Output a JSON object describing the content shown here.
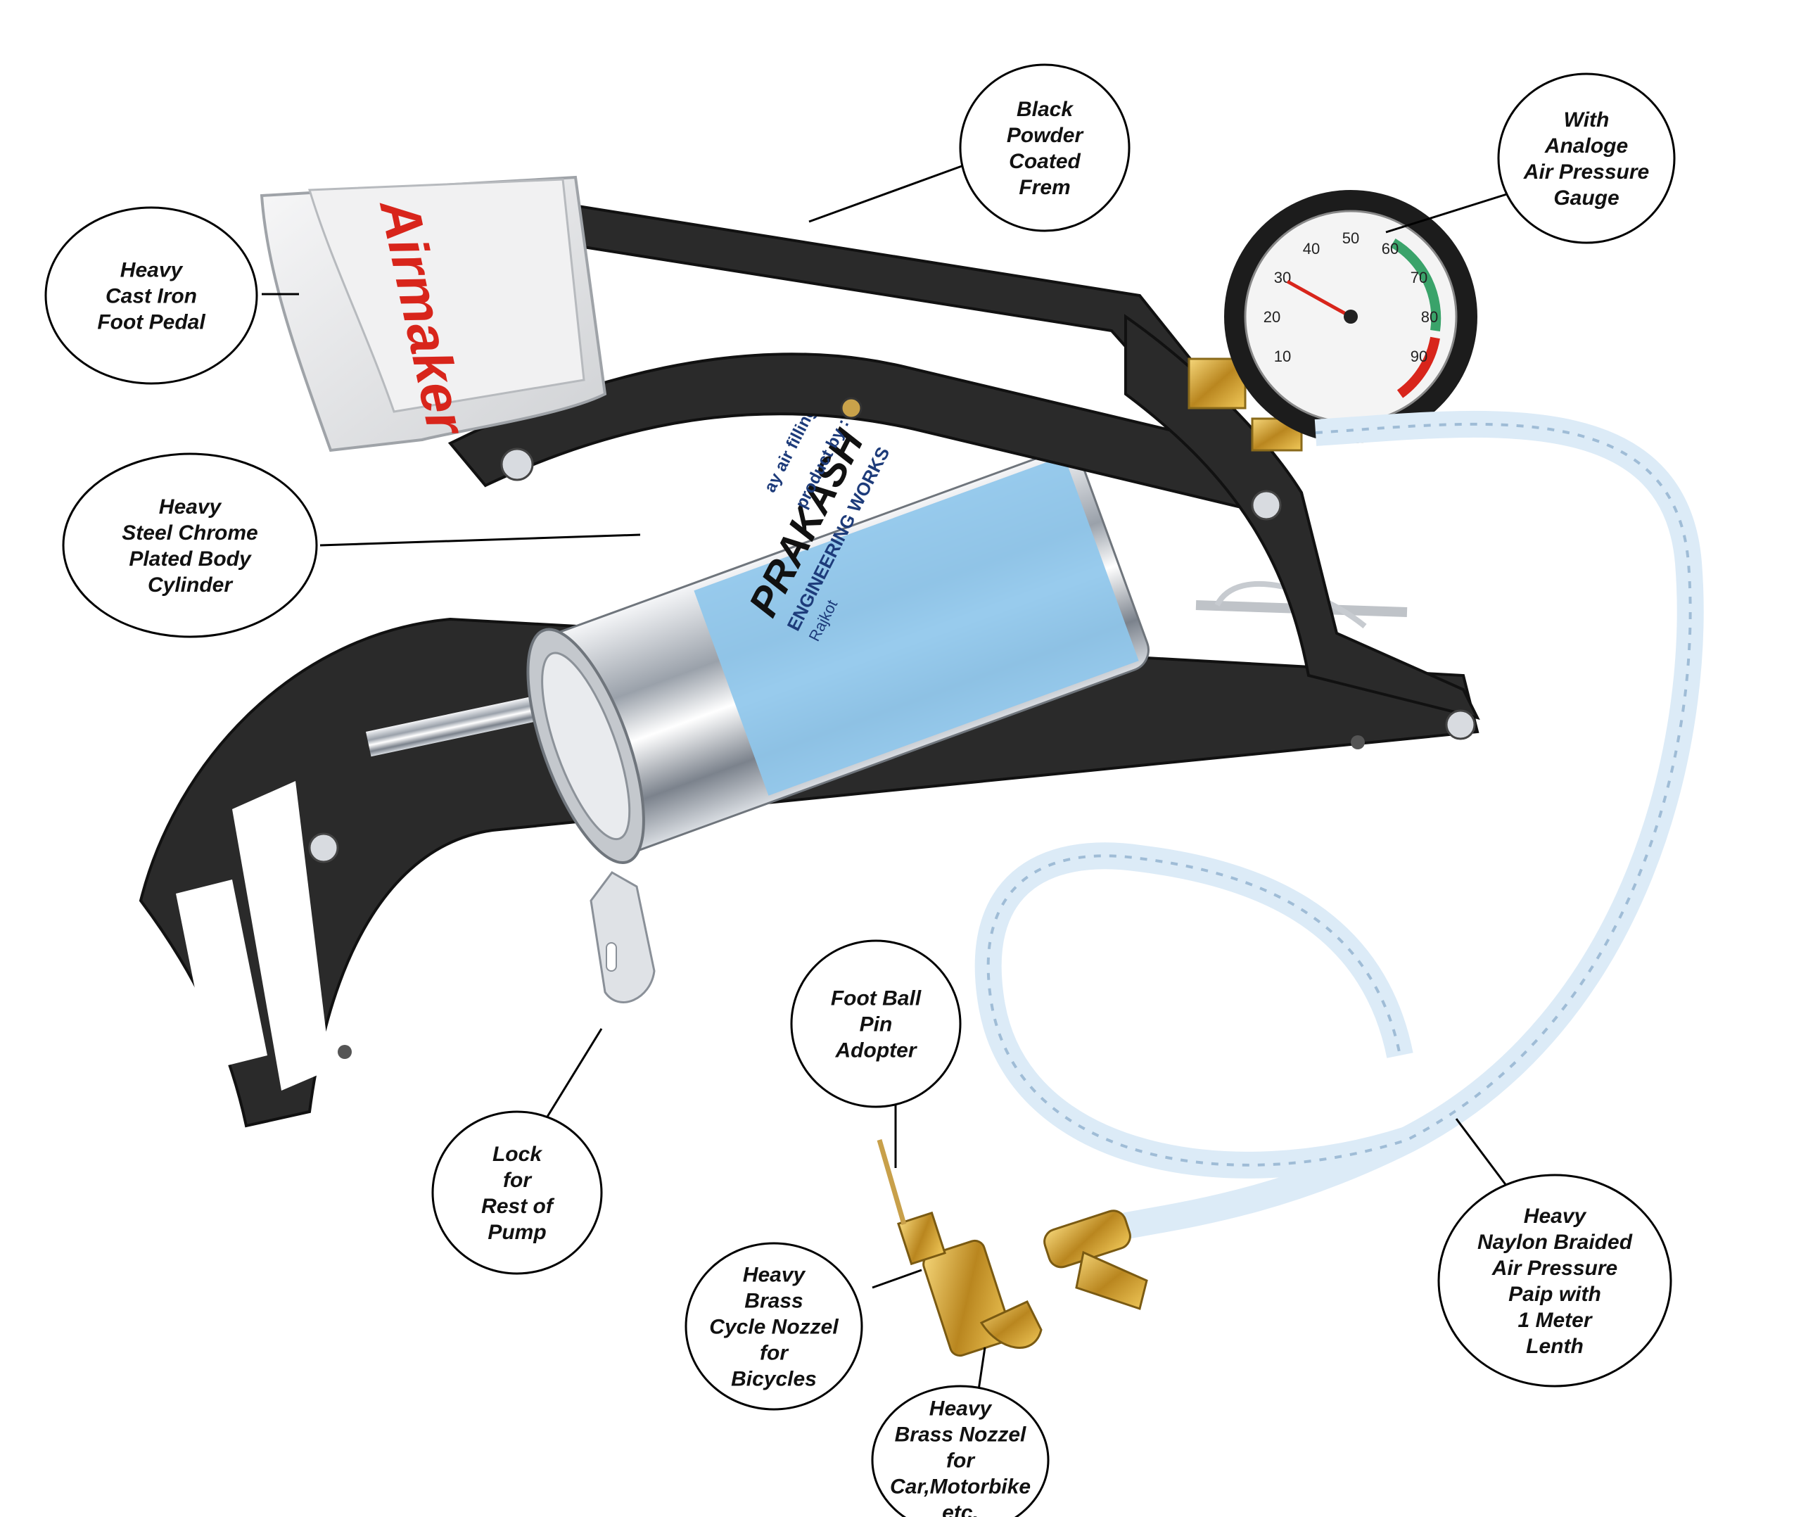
{
  "product": {
    "pedal_brand": "Airmaker",
    "cylinder_label": {
      "brand": "PRAKASH",
      "sub": "ENGINEERING WORKS",
      "city": "Rajkot",
      "line1": "product by :",
      "line2": "ay air filling"
    }
  },
  "gauge": {
    "ticks": [
      "10",
      "20",
      "30",
      "40",
      "50",
      "60",
      "70",
      "80",
      "90"
    ]
  },
  "callouts": [
    {
      "id": "frame",
      "lines": [
        "Black",
        "Powder",
        "Coated",
        "Frem"
      ]
    },
    {
      "id": "gauge",
      "lines": [
        "With",
        "Analoge",
        "Air Pressure",
        "Gauge"
      ]
    },
    {
      "id": "pedal",
      "lines": [
        "Heavy",
        "Cast Iron",
        "Foot Pedal"
      ]
    },
    {
      "id": "cylinder",
      "lines": [
        "Heavy",
        "Steel Chrome",
        "Plated Body",
        "Cylinder"
      ]
    },
    {
      "id": "lock",
      "lines": [
        "Lock",
        "for",
        "Rest of",
        "Pump"
      ]
    },
    {
      "id": "pin",
      "lines": [
        "Foot Ball",
        "Pin",
        "Adopter"
      ]
    },
    {
      "id": "cycle-nozzle",
      "lines": [
        "Heavy",
        "Brass",
        "Cycle Nozzel",
        "for",
        "Bicycles"
      ]
    },
    {
      "id": "car-nozzle",
      "lines": [
        "Heavy",
        "Brass Nozzel",
        "for",
        "Car,Motorbike",
        "etc."
      ]
    },
    {
      "id": "pipe",
      "lines": [
        "Heavy",
        "Naylon Braided",
        "Air Pressure",
        "Paip with",
        "1 Meter",
        "Lenth"
      ]
    }
  ],
  "colors": {
    "frame": "#2a2a2a",
    "pedal": "#e8e8ea",
    "brand_red": "#d8251b",
    "chrome": "#c9cdd3",
    "label_blue": "#8fc7ec",
    "hose": "#dcebf7",
    "brass": "#d7a93a"
  }
}
